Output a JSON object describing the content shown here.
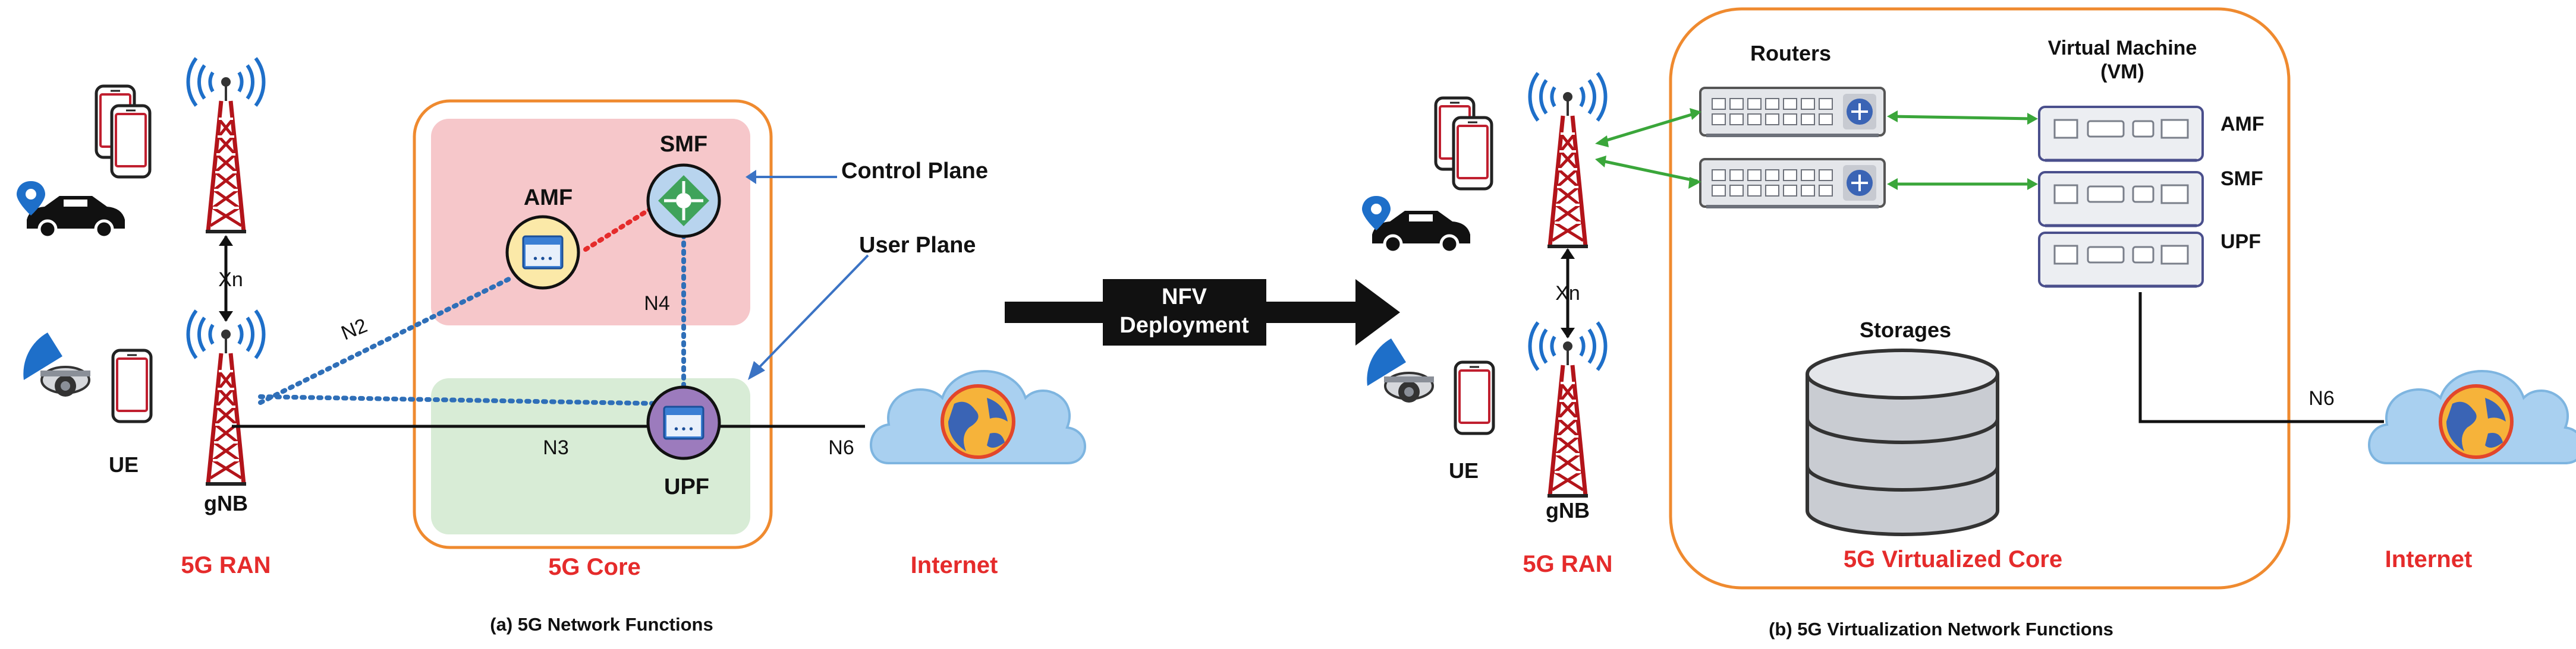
{
  "left": {
    "ue_label": "UE",
    "gnb_label": "gNB",
    "xn_label": "Xn",
    "ran_label": "5G RAN",
    "core_label": "5G Core",
    "internet_label": "Internet",
    "amf_label": "AMF",
    "smf_label": "SMF",
    "upf_label": "UPF",
    "n2_label": "N2",
    "n3_label": "N3",
    "n4_label": "N4",
    "n6_label": "N6",
    "control_plane_label": "Control Plane",
    "user_plane_label": "User Plane",
    "caption": "(a) 5G Network Functions"
  },
  "middle": {
    "nfv_line1": "NFV",
    "nfv_line2": "Deployment"
  },
  "right": {
    "ue_label": "UE",
    "gnb_label": "gNB",
    "xn_label": "Xn",
    "ran_label": "5G RAN",
    "routers_label": "Routers",
    "vm_line1": "Virtual Machine",
    "vm_line2": "(VM)",
    "amf_label": "AMF",
    "smf_label": "SMF",
    "upf_label": "UPF",
    "storages_label": "Storages",
    "core_label": "5G Virtualized Core",
    "n6_label": "N6",
    "internet_label": "Internet",
    "caption": "(b) 5G  Virtualization Network Functions"
  },
  "colors": {
    "core_border": "#ef8a2f",
    "control_plane_fill": "#f6c7ca",
    "user_plane_fill": "#d8ecd6",
    "label_red": "#e52b2b",
    "dotted_blue": "#2f6fb8",
    "dotted_red": "#e52b2b",
    "arrow_blue": "#3b73c4",
    "link_green": "#3aa63a",
    "tower_red": "#b3141a",
    "signal_blue": "#1e6fc9",
    "vm_border": "#4a4f8c",
    "storage_gray": "#c9ccd2"
  },
  "icons": {
    "phone": "smartphone-icon",
    "car": "connected-car-icon",
    "camera": "cctv-camera-icon",
    "tower": "cell-tower-icon",
    "cloud": "internet-cloud-icon",
    "router": "router-icon",
    "server": "vm-server-icon",
    "storage": "database-storage-icon"
  }
}
